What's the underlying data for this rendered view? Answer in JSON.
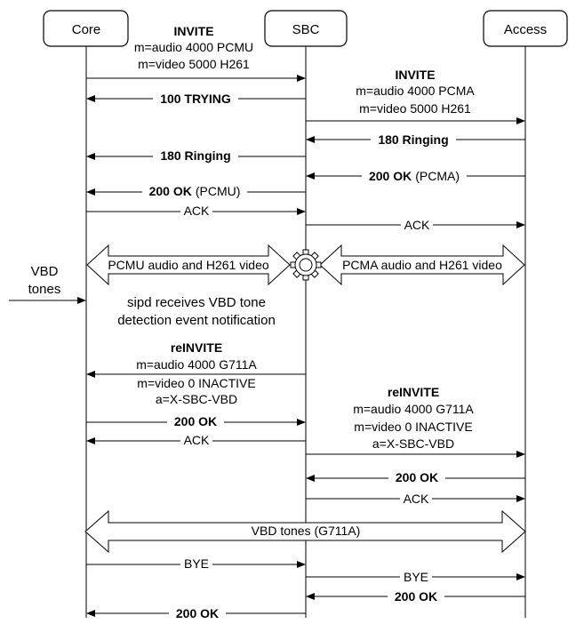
{
  "participants": {
    "core": "Core",
    "sbc": "SBC",
    "access": "Access"
  },
  "side_label": {
    "line1": "VBD",
    "line2": "tones"
  },
  "media_streams": {
    "left": "PCMU audio and H261 video",
    "right": "PCMA audio and H261 video",
    "vbd": "VBD tones (G711A)"
  },
  "note": {
    "line1": "sipd receives VBD tone",
    "line2": "detection event notification"
  },
  "messages": {
    "invite1": {
      "title": "INVITE",
      "line1": "m=audio 4000 PCMU",
      "line2": "m=video 5000 H261"
    },
    "trying": "100 TRYING",
    "invite2": {
      "title": "INVITE",
      "line1": "m=audio 4000 PCMA",
      "line2": "m=video 5000 H261"
    },
    "ringing_access": "180 Ringing",
    "ringing_core": "180 Ringing",
    "ok_access": {
      "code": "200 OK",
      "codec": "(PCMA)"
    },
    "ok_core": {
      "code": "200 OK",
      "codec": "(PCMU)"
    },
    "ack_core": "ACK",
    "ack_access": "ACK",
    "reinvite_core": {
      "title": "reINVITE",
      "line1": "m=audio 4000 G711A",
      "line2": "m=video 0 INACTIVE",
      "line3": "a=X-SBC-VBD"
    },
    "ok_reinvite_core": "200 OK",
    "ack_reinvite_core": "ACK",
    "reinvite_access": {
      "title": "reINVITE",
      "line1": "m=audio 4000 G711A",
      "line2": "m=video 0 INACTIVE",
      "line3": "a=X-SBC-VBD"
    },
    "ok_reinvite_access": "200 OK",
    "ack_reinvite_access": "ACK",
    "bye_core": "BYE",
    "bye_access": "BYE",
    "ok_bye_access": "200 OK",
    "ok_bye_core": "200 OK"
  },
  "icons": {
    "sbc_processor": "gear-icon"
  }
}
